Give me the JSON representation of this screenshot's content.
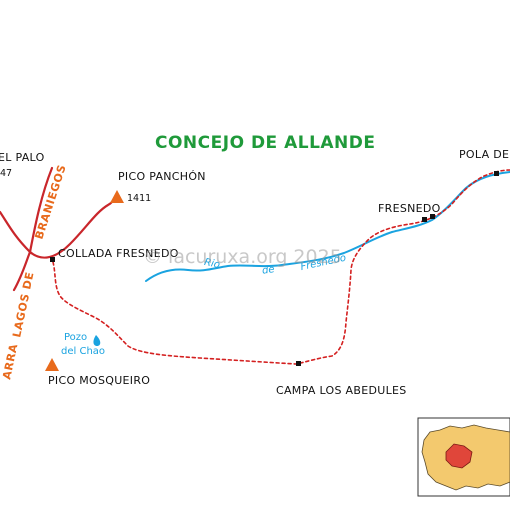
{
  "title": "CONCEJO DE ALLANDE",
  "colors": {
    "title": "#1f9a3a",
    "route": "#d42020",
    "river": "#1aa3e0",
    "ridge": "#c9262b",
    "peak": "#e86a1c",
    "region_fill": "#f3c96e",
    "region_highlight": "#e0463a"
  },
  "places": {
    "el_palo": "EL PALO",
    "el_palo_elev": "47",
    "pico_panchon": "PICO PANCHÓN",
    "pico_panchon_elev": "1411",
    "collada_fresnedo": "COLLADA FRESNEDO",
    "pico_mosqueiro": "PICO MOSQUEIRO",
    "fresnedo": "FRESNEDO",
    "pola": "POLA DE",
    "campa_los_abedules": "CAMPA LOS ABEDULES"
  },
  "water": {
    "pozo_line1": "Pozo",
    "pozo_line2": "del Chao",
    "river_word1": "Rio",
    "river_word2": "de",
    "river_word3": "Fresnedo"
  },
  "ridge_labels": {
    "braniegos": "BRANIEGOS",
    "de": "DE",
    "lagos": "LAGOS",
    "sierra": "ARRA"
  },
  "watermark": "© lacuruxa.org 2025",
  "inset": {
    "icon": "location-map-inset"
  }
}
